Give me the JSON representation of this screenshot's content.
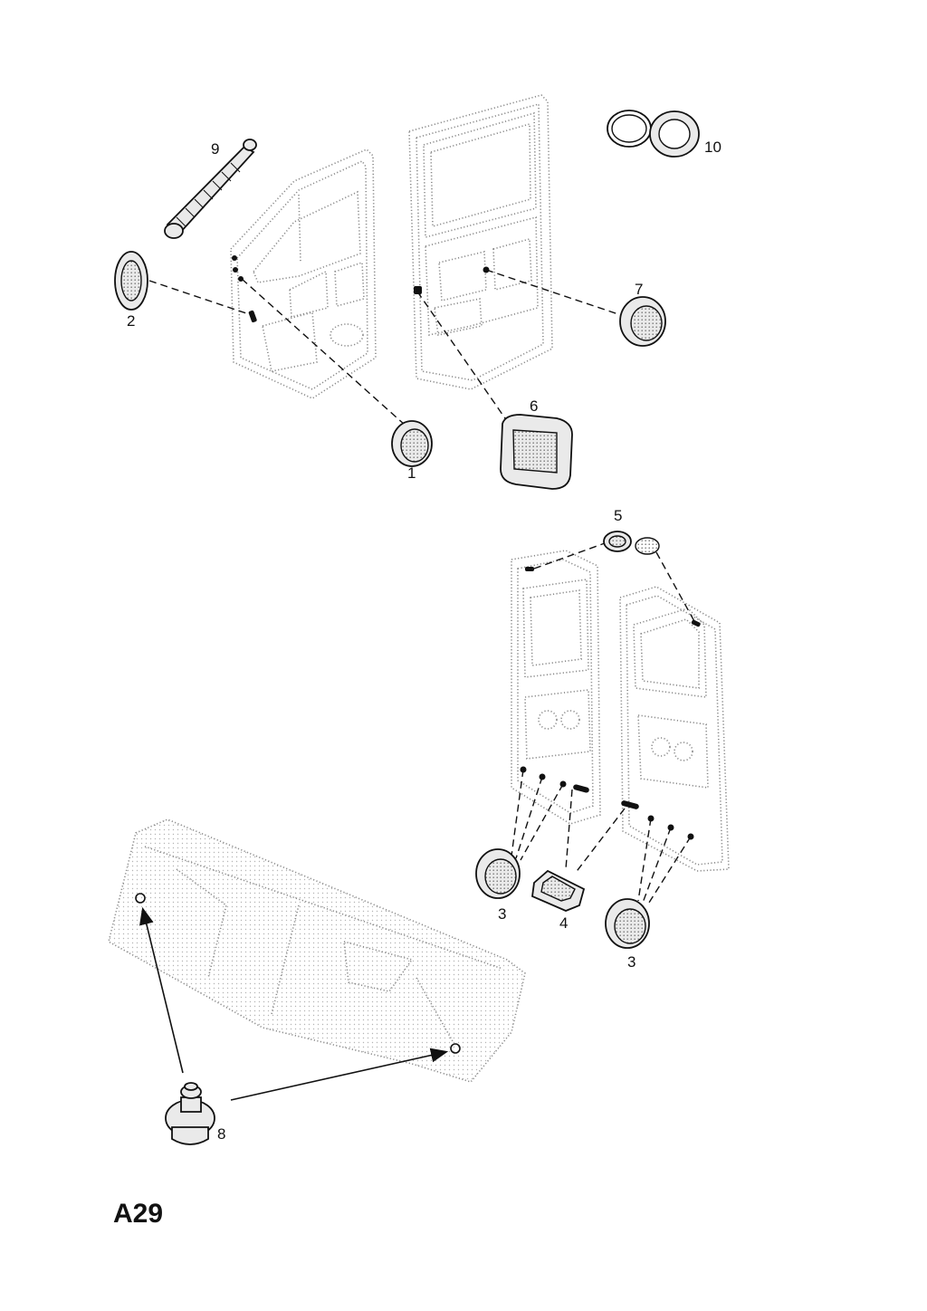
{
  "page_code": "A29",
  "callouts": {
    "c1": "1",
    "c2": "2",
    "c3a": "3",
    "c3b": "3",
    "c4": "4",
    "c5": "5",
    "c6": "6",
    "c7": "7",
    "c8": "8",
    "c9": "9",
    "c10": "10"
  }
}
